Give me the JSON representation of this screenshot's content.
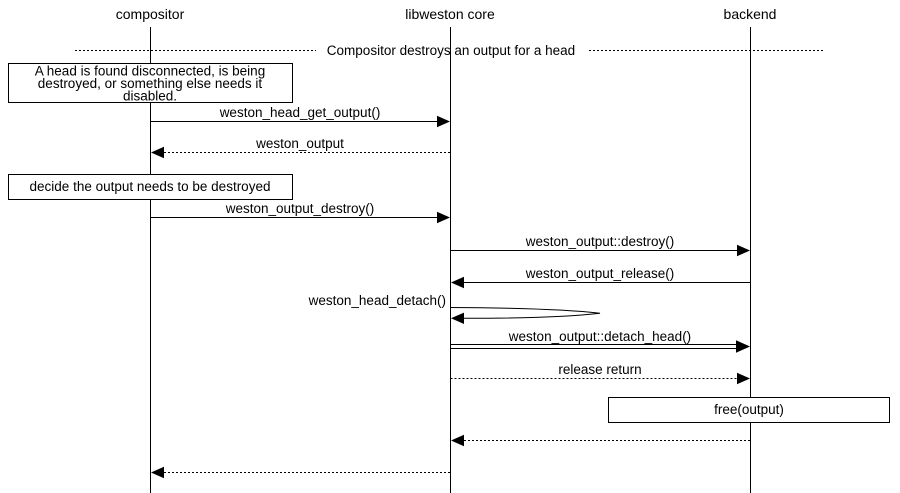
{
  "diagram": {
    "title": "Compositor destroys an output for a head",
    "actors": [
      {
        "name": "compositor"
      },
      {
        "name": "libweston core"
      },
      {
        "name": "backend"
      }
    ],
    "notes": [
      {
        "lines": [
          "A head is found disconnected, is being",
          "destroyed, or something else needs it",
          "disabled."
        ]
      },
      {
        "lines": [
          "decide the output needs to be destroyed"
        ]
      }
    ],
    "messages": [
      {
        "label": "weston_head_get_output()",
        "from": "compositor",
        "to": "libweston core",
        "line": "solid"
      },
      {
        "label": "weston_output",
        "from": "libweston core",
        "to": "compositor",
        "line": "dashed"
      },
      {
        "label": "weston_output_destroy()",
        "from": "compositor",
        "to": "libweston core",
        "line": "solid"
      },
      {
        "label": "weston_output::destroy()",
        "from": "libweston core",
        "to": "backend",
        "line": "solid"
      },
      {
        "label": "weston_output_release()",
        "from": "backend",
        "to": "libweston core",
        "line": "solid"
      },
      {
        "label": "weston_head_detach()",
        "from": "libweston core",
        "to": "libweston core",
        "line": "self"
      },
      {
        "label": "weston_output::detach_head()",
        "from": "libweston core",
        "to": "backend",
        "line": "double"
      },
      {
        "label": "release return",
        "from": "libweston core",
        "to": "backend",
        "line": "dashed"
      },
      {
        "label": "free(output)",
        "on": "backend",
        "line": "action-box"
      },
      {
        "label": "",
        "from": "backend",
        "to": "libweston core",
        "line": "dashed"
      },
      {
        "label": "",
        "from": "libweston core",
        "to": "compositor",
        "line": "dashed"
      }
    ],
    "colors": {
      "line": "#000000",
      "background": "#ffffff"
    }
  }
}
